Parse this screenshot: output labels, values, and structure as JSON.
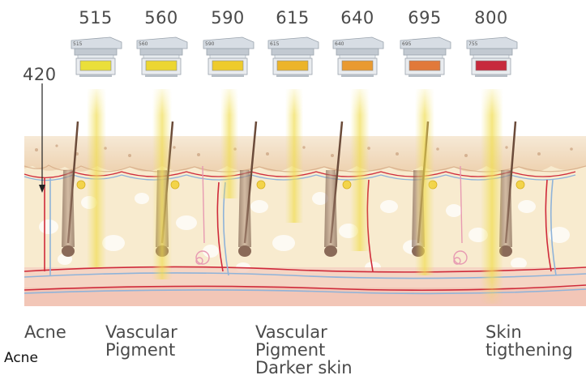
{
  "wavelengths": [
    {
      "label": "515",
      "filter_label": "515",
      "color": "#eadf3a"
    },
    {
      "label": "560",
      "filter_label": "560",
      "color": "#ecd632"
    },
    {
      "label": "590",
      "filter_label": "590",
      "color": "#eecb2c"
    },
    {
      "label": "615",
      "filter_label": "615",
      "color": "#ecb42a"
    },
    {
      "label": "640",
      "filter_label": "640",
      "color": "#e99a30"
    },
    {
      "label": "695",
      "filter_label": "695",
      "color": "#e1793a"
    },
    {
      "label": "800",
      "filter_label": "755",
      "color": "#c72a3c"
    }
  ],
  "pointer_label": "420",
  "categories": [
    {
      "text": "Acne"
    },
    {
      "text": "Vascular\nPigment"
    },
    {
      "text": "Vascular\nPigment\nDarker skin"
    },
    {
      "text": "Skin\ntigthening"
    }
  ],
  "caption": "Acne",
  "colors": {
    "epidermis": "#f3e0c6",
    "dermis": "#f8ebce",
    "vessel_red": "#cf2a3a",
    "vessel_blue": "#8fb3d9",
    "beam": "#f2e36a"
  }
}
